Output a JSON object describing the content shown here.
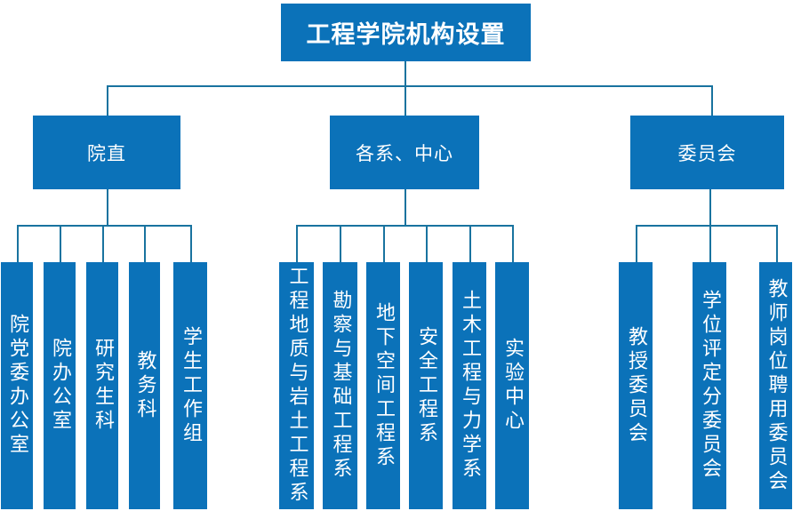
{
  "title": {
    "label": "工程学院机构设置"
  },
  "colors": {
    "box_fill": "#0b72b9",
    "line": "#19739f",
    "text": "#ffffff",
    "background": "#ffffff"
  },
  "groups": [
    {
      "label": "院直",
      "children": [
        {
          "label": "院党委办公室"
        },
        {
          "label": "院办公室"
        },
        {
          "label": "研究生科"
        },
        {
          "label": "教务科"
        },
        {
          "label": "学生工作组"
        }
      ]
    },
    {
      "label": "各系、中心",
      "children": [
        {
          "label": "工程地质与岩土工程系"
        },
        {
          "label": "勘察与基础工程系"
        },
        {
          "label": "地下空间工程系"
        },
        {
          "label": "安全工程系"
        },
        {
          "label": "土木工程与力学系"
        },
        {
          "label": "实验中心"
        }
      ]
    },
    {
      "label": "委员会",
      "children": [
        {
          "label": "教授委员会"
        },
        {
          "label": "学位评定分委员会"
        },
        {
          "label": "教师岗位聘用委员会"
        }
      ]
    }
  ]
}
